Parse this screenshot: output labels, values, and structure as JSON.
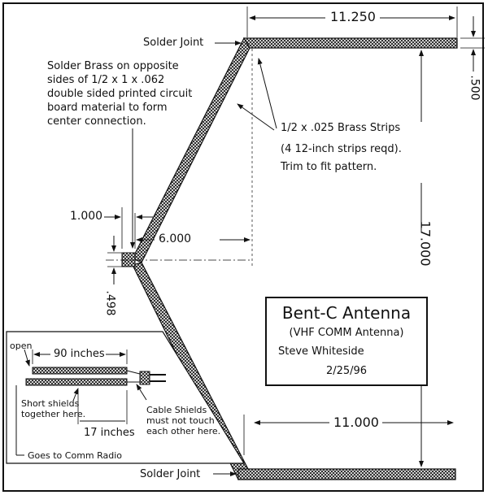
{
  "drawing": {
    "dims": {
      "top_width": "11.250",
      "bottom_width": "11.000",
      "height": "17.000",
      "strip_width": ".500",
      "center_gap": "1.000",
      "center_offset": "6.000",
      "center_height": ".498"
    },
    "labels": {
      "solder_joint_top": "Solder Joint",
      "solder_joint_bottom": "Solder Joint",
      "center_note": "Solder Brass on opposite sides of 1/2 x 1 x .062 double sided printed circuit board material to form center connection.",
      "strips_line1": "1/2 x .025 Brass Strips",
      "strips_line2": "(4 12-inch strips reqd).",
      "strips_line3": "Trim to fit pattern."
    },
    "title_block": {
      "title": "Bent-C Antenna",
      "subtitle": "(VHF COMM Antenna)",
      "author": "Steve Whiteside",
      "date": "2/25/96"
    },
    "inset": {
      "open": "open",
      "length_long": "90 inches",
      "length_short": "17 inches",
      "short_shields": "Short shields together here.",
      "cable_shields": "Cable Shields must not touch each other here.",
      "goes_to": "Goes to Comm Radio"
    }
  }
}
